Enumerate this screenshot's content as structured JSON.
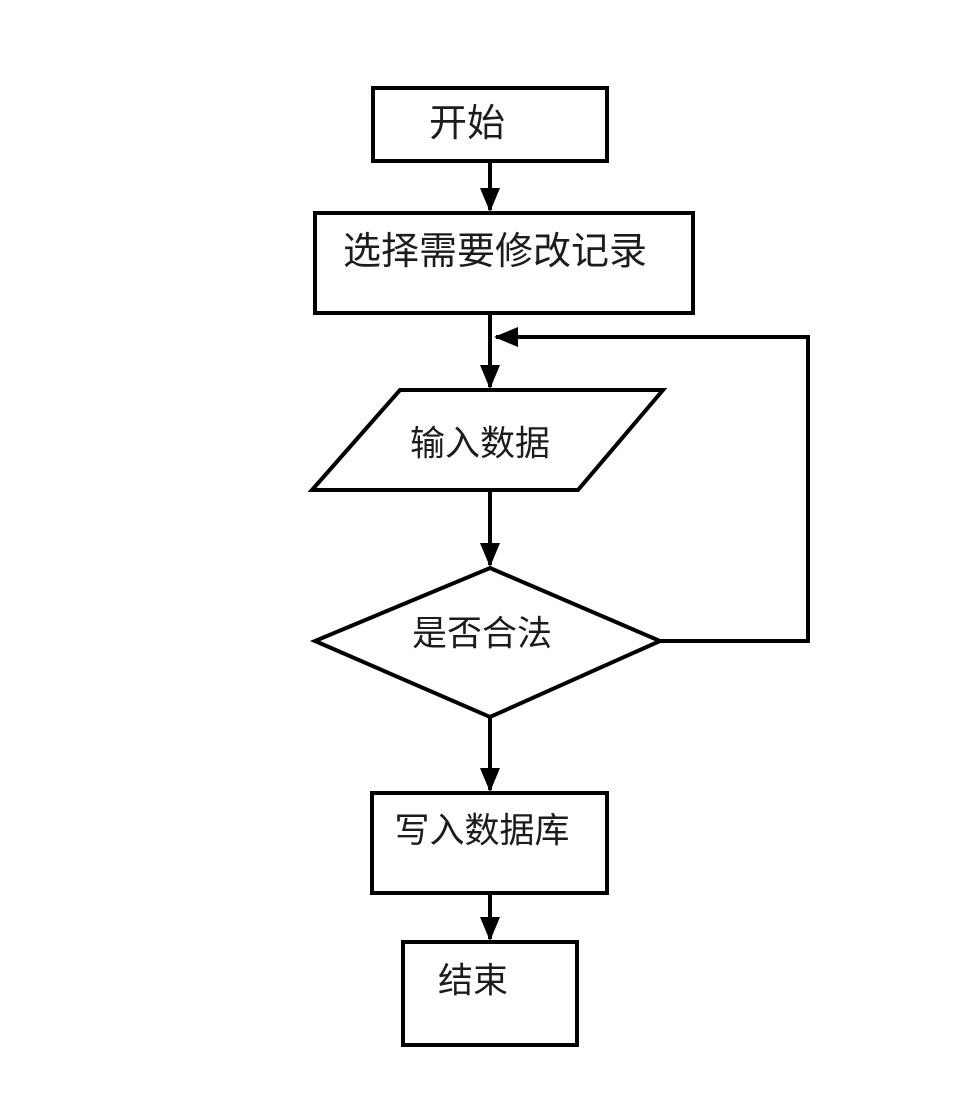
{
  "diagram": {
    "type": "flowchart",
    "colors": {
      "background": "#ffffff",
      "line": "#000000",
      "text": "#1c1c1c"
    },
    "nodes": [
      {
        "id": "start",
        "shape": "rectangle",
        "label": "开始"
      },
      {
        "id": "select-record",
        "shape": "rectangle",
        "label": "选择需要修改记录"
      },
      {
        "id": "input-data",
        "shape": "parallelogram",
        "label": "输入数据"
      },
      {
        "id": "is-valid",
        "shape": "diamond",
        "label": "是否合法"
      },
      {
        "id": "write-db",
        "shape": "rectangle",
        "label": "写入数据库"
      },
      {
        "id": "end",
        "shape": "rectangle",
        "label": "结束"
      }
    ],
    "edges": [
      {
        "from": "start",
        "to": "select-record"
      },
      {
        "from": "select-record",
        "to": "input-data"
      },
      {
        "from": "input-data",
        "to": "is-valid"
      },
      {
        "from": "is-valid",
        "to": "write-db"
      },
      {
        "from": "is-valid",
        "to": "input-data",
        "style": "loop-back-right"
      },
      {
        "from": "write-db",
        "to": "end"
      }
    ]
  }
}
